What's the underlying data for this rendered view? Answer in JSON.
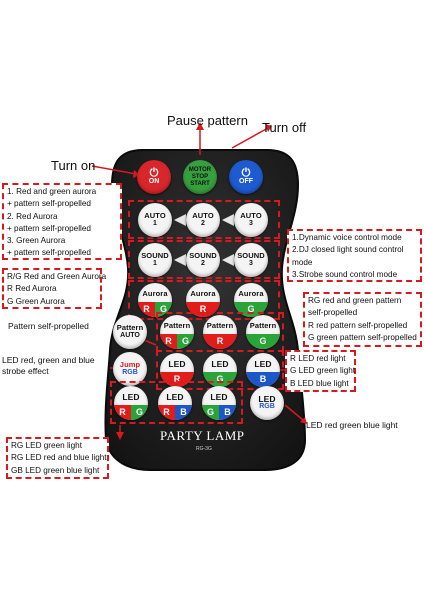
{
  "labels": {
    "pause": "Pause pattern",
    "turn_off": "Turn off",
    "turn_on": "Turn on",
    "pattern_self": "Pattern self-propelled",
    "led_strobe": "LED red, green and blue strobe effect",
    "led_rgb_light": "LED red green blue light"
  },
  "notes": {
    "aurora_modes": [
      "1. Red and green aurora",
      "+ pattern self-propelled",
      "2. Red Aurora",
      "+ pattern self-propelled",
      "3. Green Aurora",
      "+ pattern self-propelled"
    ],
    "sound_modes": [
      "1.Dynamic voice control mode",
      "2.DJ closed light sound control",
      "mode",
      "3.Strobe sound control mode"
    ],
    "aurora_colors": [
      "R/G Red and Green Aurora",
      "R Red Aurora",
      "G Green Aurora"
    ],
    "pattern_colors": [
      "RG red and green pattern",
      "self-propelled",
      "R red pattern self-propelled",
      "G green pattern self-propelled"
    ],
    "led_single": [
      "R LED red light",
      "G LED green light",
      "B LED blue light"
    ],
    "led_combo": [
      "RG LED green light",
      "RG LED red and blue light",
      "GB LED green blue light"
    ]
  },
  "remote": {
    "power_on": {
      "label": "ON"
    },
    "motor": {
      "l1": "MOTOR",
      "l2": "STOP",
      "l3": "START"
    },
    "power_off": {
      "label": "OFF"
    },
    "auto": [
      {
        "l1": "AUTO",
        "l2": "1"
      },
      {
        "l1": "AUTO",
        "l2": "2"
      },
      {
        "l1": "AUTO",
        "l2": "3"
      }
    ],
    "sound": [
      {
        "l1": "SOUND",
        "l2": "1"
      },
      {
        "l1": "SOUND",
        "l2": "2"
      },
      {
        "l1": "SOUND",
        "l2": "3"
      }
    ],
    "aurora": [
      {
        "l1": "Aurora",
        "a": "R",
        "b": "G"
      },
      {
        "l1": "Aurora",
        "a": "R"
      },
      {
        "l1": "Aurora",
        "a": "G"
      }
    ],
    "pattern_auto": {
      "l1": "Pattern",
      "l2": "AUTO"
    },
    "pattern": [
      {
        "l1": "Pattern",
        "a": "R",
        "b": "G"
      },
      {
        "l1": "Pattern",
        "a": "R"
      },
      {
        "l1": "Pattern",
        "a": "G"
      }
    ],
    "jump": {
      "l1": "Jump",
      "l2": "RGB"
    },
    "led_single": [
      {
        "l1": "LED",
        "a": "R"
      },
      {
        "l1": "LED",
        "a": "G"
      },
      {
        "l1": "LED",
        "a": "B"
      }
    ],
    "led_combo": [
      {
        "l1": "LED",
        "a": "R",
        "b": "G"
      },
      {
        "l1": "LED",
        "a": "R",
        "b": "B"
      },
      {
        "l1": "LED",
        "a": "G",
        "b": "B"
      }
    ],
    "led_rgb": {
      "l1": "LED",
      "l2": "RGB"
    },
    "brand": "PARTY LAMP",
    "model": "RG-3G"
  },
  "colors": {
    "red": "#e21b1b",
    "green": "#2aa339",
    "blue": "#1c57c9",
    "dash": "#d71920",
    "body": "#1d1d1d"
  }
}
